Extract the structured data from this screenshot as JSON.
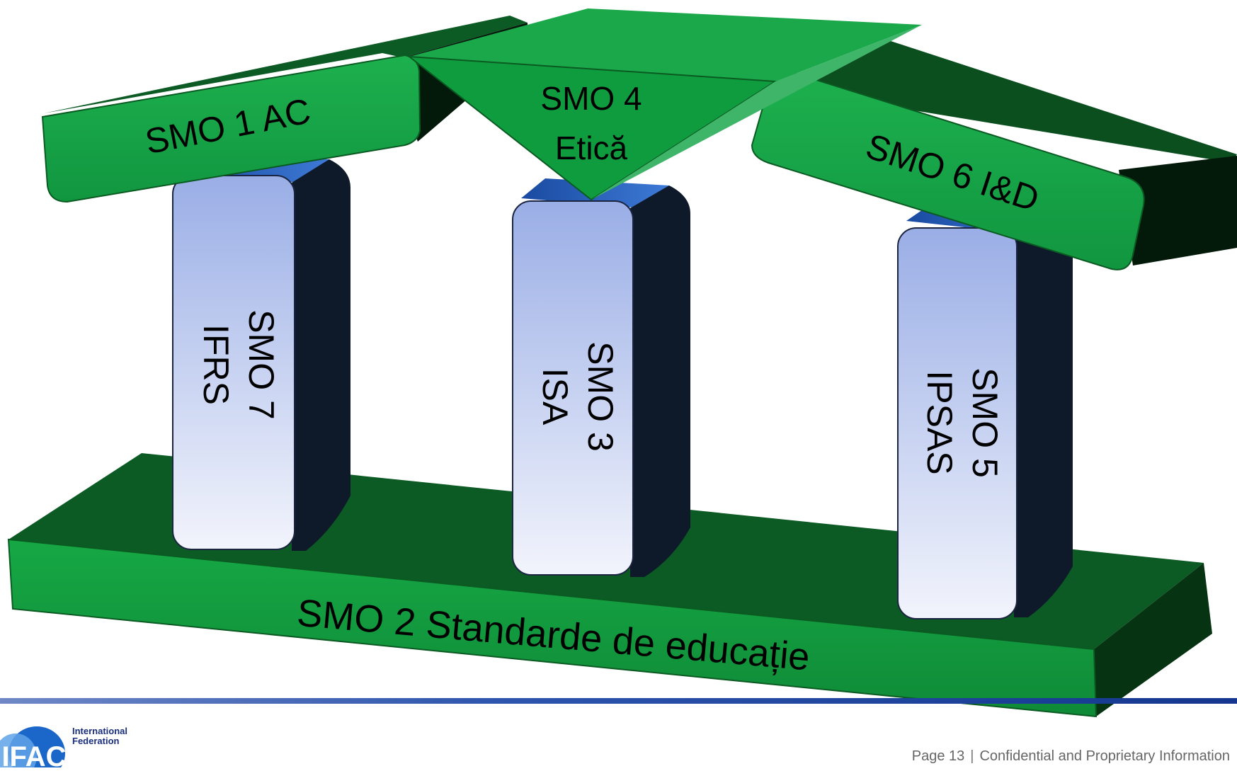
{
  "diagram": {
    "roof_left_label": "SMO 1 AC",
    "roof_center_line1": "SMO 4",
    "roof_center_line2": "Etică",
    "roof_right_label": "SMO 6 I&D",
    "pillar_left_line1": "SMO 7",
    "pillar_left_line2": "IFRS",
    "pillar_center_line1": "SMO 3",
    "pillar_center_line2": "ISA",
    "pillar_right_line1": "SMO 5",
    "pillar_right_line2": "IPSAS",
    "base_label": "SMO 2 Standarde de educație"
  },
  "colors": {
    "green_front": "#14a040",
    "green_dark": "#0a4a1c",
    "pillar_face_top": "#9aaee6",
    "pillar_face_bottom": "#f2f4fc",
    "pillar_side": "#0e1a2a",
    "footer_blue": "#14368f"
  },
  "footer": {
    "logo_line1": "International",
    "logo_line2": "Federation",
    "logo_initials": "IFAC",
    "page": "Page 13",
    "separator": "|",
    "confidentiality": "Confidential and Proprietary Information"
  }
}
